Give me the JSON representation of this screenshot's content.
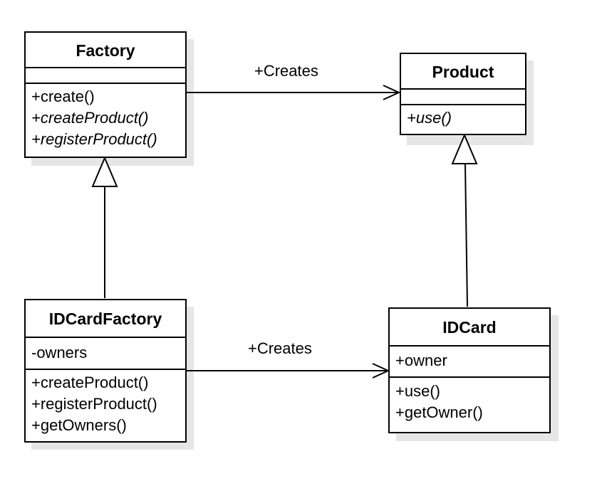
{
  "classes": {
    "factory": {
      "name": "Factory",
      "attributes": [],
      "operations": [
        {
          "text": "+create()",
          "italic": false
        },
        {
          "text": "+createProduct()",
          "italic": true
        },
        {
          "text": "+registerProduct()",
          "italic": true
        }
      ]
    },
    "product": {
      "name": "Product",
      "attributes": [],
      "operations": [
        {
          "text": "+use()",
          "italic": true
        }
      ]
    },
    "idcardfactory": {
      "name": "IDCardFactory",
      "attributes": [
        {
          "text": "-owners",
          "italic": false
        }
      ],
      "operations": [
        {
          "text": "+createProduct()",
          "italic": false
        },
        {
          "text": "+registerProduct()",
          "italic": false
        },
        {
          "text": "+getOwners()",
          "italic": false
        }
      ]
    },
    "idcard": {
      "name": "IDCard",
      "attributes": [
        {
          "text": "+owner",
          "italic": false
        }
      ],
      "operations": [
        {
          "text": "+use()",
          "italic": false
        },
        {
          "text": "+getOwner()",
          "italic": false
        }
      ]
    }
  },
  "relations": {
    "factory_creates_product": "+Creates",
    "idcardfactory_creates_idcard": "+Creates",
    "idcardfactory_extends_factory": "",
    "idcard_extends_product": ""
  }
}
